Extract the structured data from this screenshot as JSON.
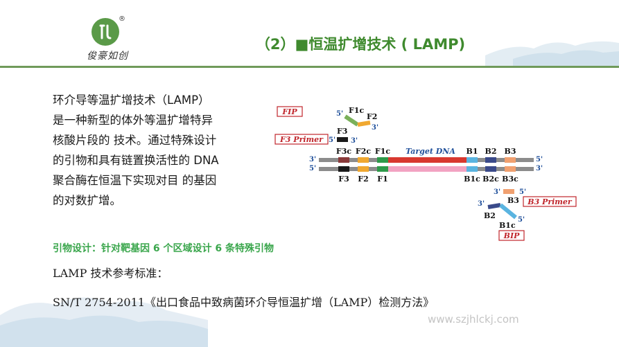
{
  "logo": {
    "text": "俊豪如创",
    "mark": "JH-monogram-icon",
    "registered": "®"
  },
  "title": "（2）■恒温扩增技术 ( LAMP)",
  "intro_text": "环介导等温扩增技术（LAMP）\n是一种新型的体外等温扩增特异\n核酸片段的 技术。通过特殊设计\n的引物和具有链置换活性的 DNA\n聚合酶在恒温下实现对目 的基因\n的对数扩增。",
  "design_note": "引物设计：针对靶基因 6 个区域设计 6 条特殊引物",
  "standard": {
    "title": "LAMP 技术参考标准：",
    "reference": "SN/T 2754-2011《出口食品中致病菌环介导恒温扩增（LAMP）检测方法》"
  },
  "watermark": "www.szjhlckj.com",
  "diagram": {
    "fip_label": "FIP",
    "f3_primer_label": "F3 Primer",
    "b3_primer_label": "B3 Primer",
    "bip_label": "BIP",
    "target_label": "Target DNA",
    "end_3": "3'",
    "end_5": "5'",
    "top_regions": [
      "F3c",
      "F2c",
      "F1c",
      "B1",
      "B2",
      "B3"
    ],
    "bottom_regions": [
      "F3",
      "F2",
      "F1",
      "B1c",
      "B2c",
      "B3c"
    ],
    "fip_parts": [
      "F1c",
      "F2"
    ],
    "f3_part": "F3",
    "b3_part": "B3",
    "bip_parts": [
      "B2",
      "B1c"
    ],
    "colors": {
      "f3": "#1a1a1a",
      "f2": "#f0a830",
      "f1": "#2e9a4a",
      "target": "#d8382f",
      "pink": "#f2a3c2",
      "b1": "#5ab4e0",
      "b2": "#3a4a8a",
      "b3": "#f0a070",
      "strand": "#8c8c8c",
      "label_red": "#c0252b",
      "label_blue": "#1f4f9a",
      "fip_green": "#7ab05a"
    }
  }
}
